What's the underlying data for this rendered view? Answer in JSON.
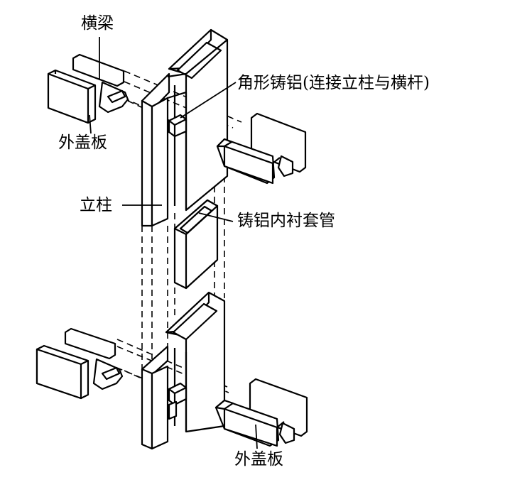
{
  "diagram": {
    "labels": {
      "crossbeam": "横梁",
      "angle_cast_aluminum": "角形铸铝(连接立柱与横杆)",
      "outer_cover_top": "外盖板",
      "column": "立柱",
      "inner_sleeve": "铸铝内衬套管",
      "outer_cover_bottom": "外盖板"
    },
    "colors": {
      "line": "#000000",
      "background": "#ffffff"
    }
  }
}
